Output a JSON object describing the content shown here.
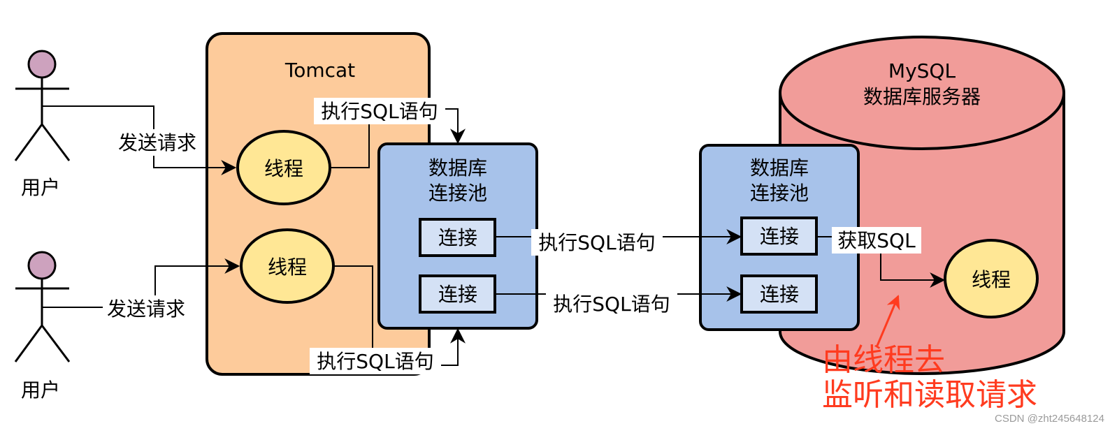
{
  "colors": {
    "tomcat_fill": "#fdcb9b",
    "pool_fill": "#a7c2ea",
    "conn_fill": "#d4e1f5",
    "thread_fill": "#ffe795",
    "db_fill": "#f19c99",
    "user_head": "#cda2be",
    "annotation": "#ff3b1f",
    "watermark": "#9a9a9a"
  },
  "users": [
    {
      "label": "用户"
    },
    {
      "label": "用户"
    }
  ],
  "send_request": [
    "发送请求",
    "发送请求"
  ],
  "tomcat": {
    "title": "Tomcat",
    "threads": [
      "线程",
      "线程"
    ]
  },
  "exec_sql_labels": [
    "执行SQL语句",
    "执行SQL语句",
    "执行SQL语句",
    "执行SQL语句"
  ],
  "client_pool": {
    "title_line1": "数据库",
    "title_line2": "连接池",
    "connections": [
      "连接",
      "连接"
    ]
  },
  "mysql": {
    "title_line1": "MySQL",
    "title_line2": "数据库服务器",
    "pool": {
      "title_line1": "数据库",
      "title_line2": "连接池",
      "connections": [
        "连接",
        "连接"
      ]
    },
    "fetch_sql": "获取SQL",
    "thread": "线程"
  },
  "annotation": {
    "line1": "由线程去",
    "line2": "监听和读取请求"
  },
  "watermark": "CSDN @zht245648124"
}
